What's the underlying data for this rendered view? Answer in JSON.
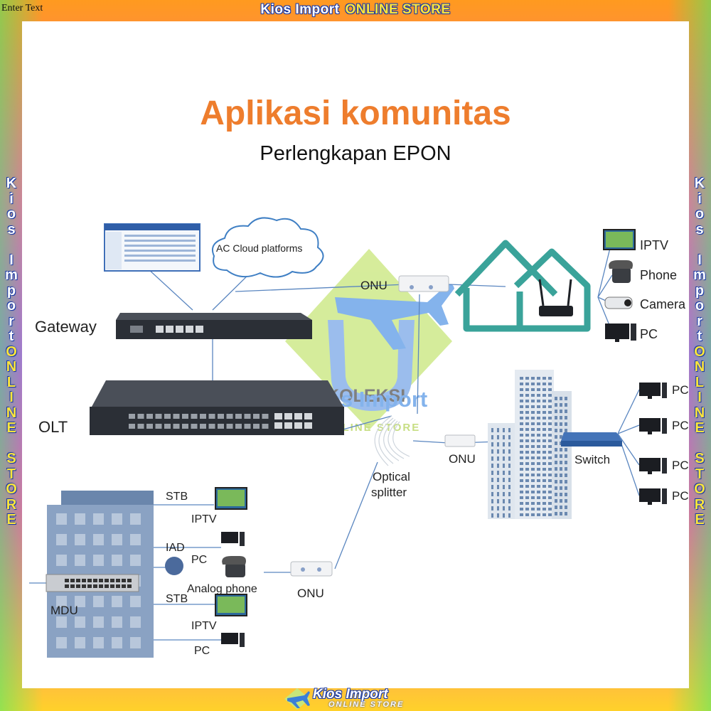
{
  "corner_text": "Enter Text",
  "store_banner": {
    "name": "Kios Import",
    "tag": "ONLINE STORE"
  },
  "side_banner": {
    "name": "Kios Import",
    "tag": "ONLINE STORE"
  },
  "footer_logo": {
    "name": "Kios Import",
    "tag": "ONLINE STORE"
  },
  "heading": "Aplikasi komunitas",
  "subheading": "Perlengkapan EPON",
  "watermark": {
    "name": "UNIKOLEKSI",
    "name2": "Kios Import",
    "tag": "ONLINE STORE"
  },
  "labels": {
    "cloud": "AC Cloud platforms",
    "gateway": "Gateway",
    "olt": "OLT",
    "onu": "ONU",
    "optical_splitter": [
      "Optical",
      "splitter"
    ],
    "switch": "Switch",
    "pc": "PC",
    "iptv": "IPTV",
    "phone": "Phone",
    "camera": "Camera",
    "stb": "STB",
    "iad": "IAD",
    "analog_phone": "Analog phone",
    "mdu": "MDU"
  },
  "colors": {
    "accent_orange": "#ee7d2d",
    "house_teal": "#3aa39a",
    "link_blue": "#5a86c0",
    "device_dark": "#2b2f36"
  }
}
